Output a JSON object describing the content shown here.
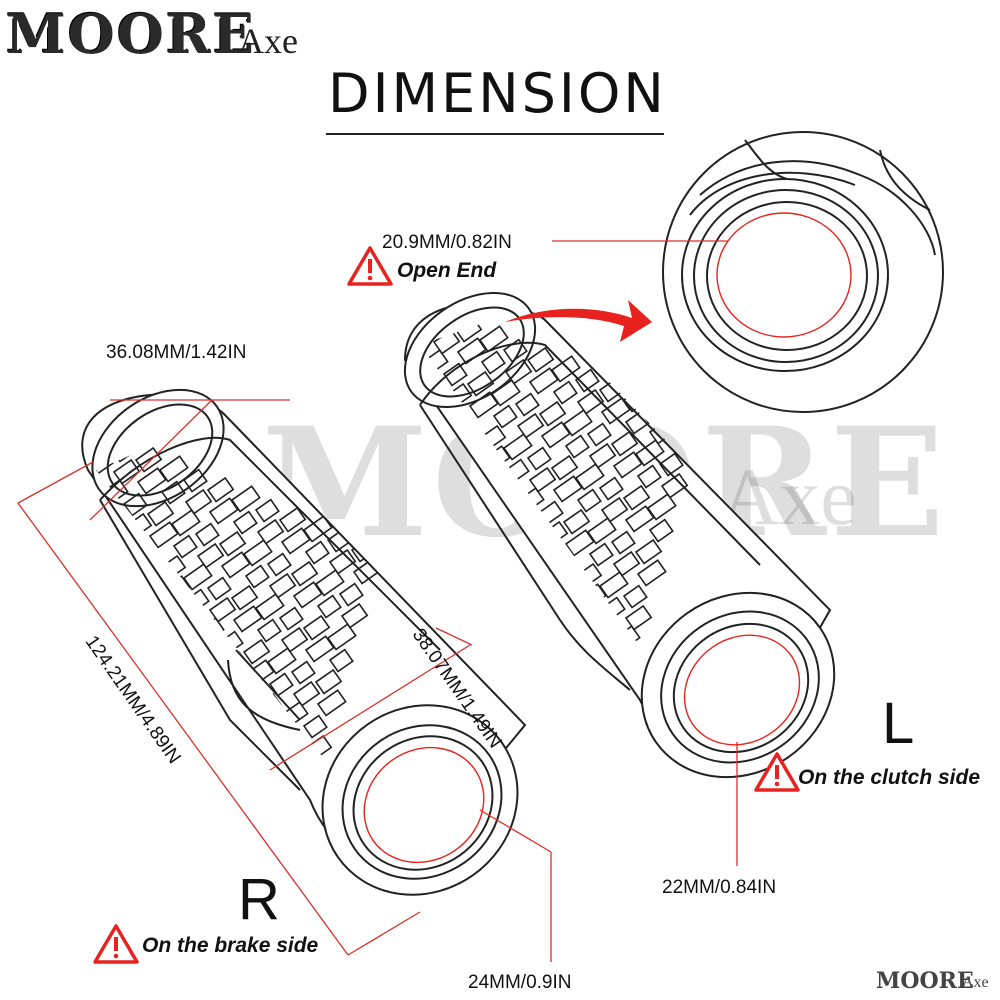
{
  "brand": {
    "name": "MOORE",
    "suffix": "Axe"
  },
  "title": "DIMENSION",
  "watermark": {
    "name": "MOORE",
    "suffix": "Axe"
  },
  "corner_logo": {
    "name": "MOORE",
    "suffix": "Axe"
  },
  "dimensions": {
    "open_end_inner": "20.9MM/0.82IN",
    "end_outer_diameter": "36.08MM/1.42IN",
    "grip_diameter": "38.07MM/1.49IN",
    "length": "124.21MM/4.89IN",
    "left_inner": "22MM/0.84IN",
    "right_inner": "24MM/0.9IN"
  },
  "notes": {
    "open_end": "Open End",
    "clutch": "On the clutch side",
    "brake": "On the brake side"
  },
  "sides": {
    "left": "L",
    "right": "R"
  },
  "colors": {
    "accent": "#e8231f",
    "line": "#222222",
    "dim_line": "#d9302b"
  },
  "icons": [
    "warning-icon",
    "arrow-icon"
  ]
}
